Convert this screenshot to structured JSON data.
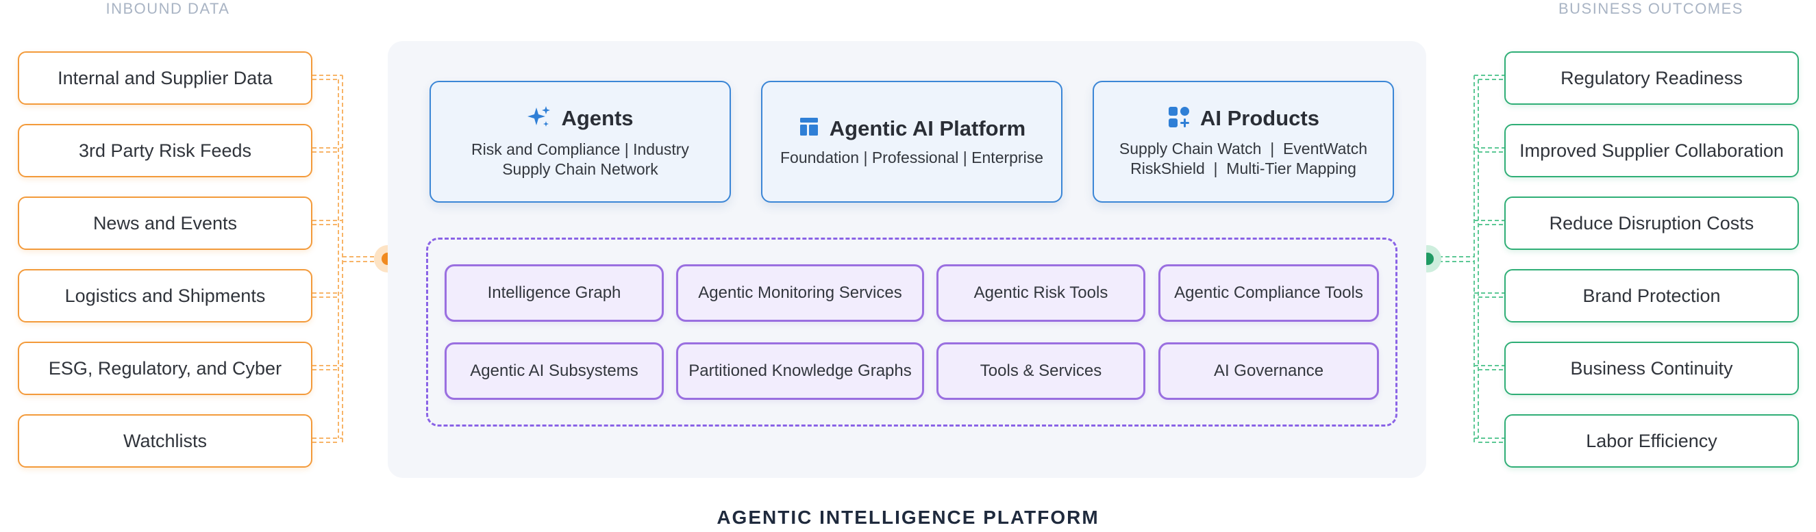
{
  "labels": {
    "inbound": "INBOUND DATA",
    "outcomes": "BUSINESS OUTCOMES",
    "platform": "AGENTIC INTELLIGENCE PLATFORM"
  },
  "inbound": [
    "Internal and Supplier Data",
    "3rd Party Risk Feeds",
    "News and Events",
    "Logistics and Shipments",
    "ESG, Regulatory, and Cyber",
    "Watchlists"
  ],
  "outcomes": [
    "Regulatory Readiness",
    "Improved Supplier Collaboration",
    "Reduce Disruption Costs",
    "Brand Protection",
    "Business Continuity",
    "Labor Efficiency"
  ],
  "cards": {
    "agents": {
      "title": "Agents",
      "line1": "Risk and Compliance | Industry",
      "line2": "Supply Chain Network",
      "icon": "sparkle-icon"
    },
    "platform": {
      "title": "Agentic AI Platform",
      "line1": "Foundation | Professional | Enterprise",
      "icon": "layout-icon"
    },
    "products": {
      "title": "AI Products",
      "line1": "Supply Chain Watch  |  EventWatch",
      "line2": "RiskShield  |  Multi-Tier Mapping",
      "icon": "apps-add-icon"
    }
  },
  "services": [
    "Intelligence Graph",
    "Agentic Monitoring Services",
    "Agentic Risk Tools",
    "Agentic Compliance Tools",
    "Agentic AI Subsystems",
    "Partitioned Knowledge Graphs",
    "Tools & Services",
    "AI Governance"
  ],
  "colors": {
    "inbound": "#f39a3a",
    "outcomes": "#2fae76",
    "cards": "#3b86d6",
    "services": "#9a6fe0"
  }
}
